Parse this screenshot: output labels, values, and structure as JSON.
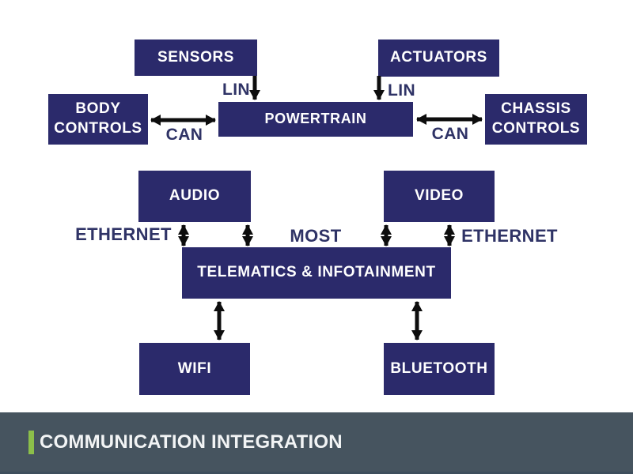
{
  "diagram": {
    "nodes": {
      "sensors": "SENSORS",
      "actuators": "ACTUATORS",
      "body_controls": "BODY CONTROLS",
      "powertrain": "POWERTRAIN",
      "chassis_controls": "CHASSIS CONTROLS",
      "audio": "AUDIO",
      "video": "VIDEO",
      "telematics": "TELEMATICS & INFOTAINMENT",
      "wifi": "WIFI",
      "bluetooth": "BLUETOOTH"
    },
    "bus_labels": {
      "lin_left": "LIN",
      "lin_right": "LIN",
      "can_left": "CAN",
      "can_right": "CAN",
      "ethernet_left": "ETHERNET",
      "most": "MOST",
      "ethernet_right": "ETHERNET"
    },
    "colors": {
      "node_fill": "#2B2A6B",
      "node_text": "#FFFFFF",
      "bus_label_text": "#2F3366",
      "arrow": "#0D0D0D"
    }
  },
  "footer": {
    "title": "COMMUNICATION INTEGRATION",
    "bar_color": "#46545F",
    "accent_color": "#8CBF4A",
    "title_color": "#F2F4F5"
  }
}
